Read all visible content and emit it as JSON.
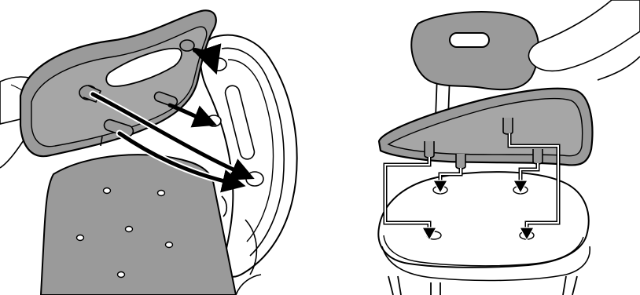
{
  "figure": {
    "panels": [
      {
        "id": "left",
        "depicts": "seat-pad-pegs-to-backrest-holes",
        "arrow_count": 3
      },
      {
        "id": "right",
        "depicts": "cushion-pegs-to-seat-holes",
        "arrow_count": 4
      }
    ],
    "colors": {
      "pad_fill": "#9a9a9a",
      "pad_inner": "#a6a6a6",
      "outline": "#000000",
      "background": "#ffffff",
      "arrow": "#000000",
      "connector_line": "#ffffff"
    },
    "icons": [
      "hand-icon",
      "arrow-icon",
      "peg-icon",
      "hole-icon"
    ]
  }
}
